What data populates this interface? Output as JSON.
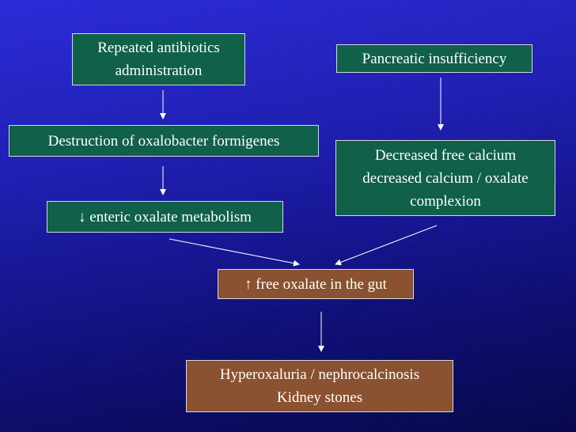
{
  "boxes": {
    "antibiotics": {
      "line1": "Repeated antibiotics",
      "line2": "administration"
    },
    "pancreatic": {
      "line1": "Pancreatic insufficiency"
    },
    "destruction": {
      "line1": "Destruction of oxalobacter formigenes"
    },
    "calcium": {
      "line1": "Decreased free calcium",
      "line2": "decreased calcium / oxalate",
      "line3": "complexion"
    },
    "enteric": {
      "symbol": "↓",
      "line1": "enteric oxalate metabolism"
    },
    "free_oxalate": {
      "symbol": "↑",
      "line1": "free oxalate in the gut"
    },
    "outcome": {
      "line1": "Hyperoxaluria / nephrocalcinosis",
      "line2": "Kidney stones"
    }
  },
  "colors": {
    "box_green": "#10604a",
    "box_brown": "#8a5230",
    "arrow": "#ffffff"
  }
}
